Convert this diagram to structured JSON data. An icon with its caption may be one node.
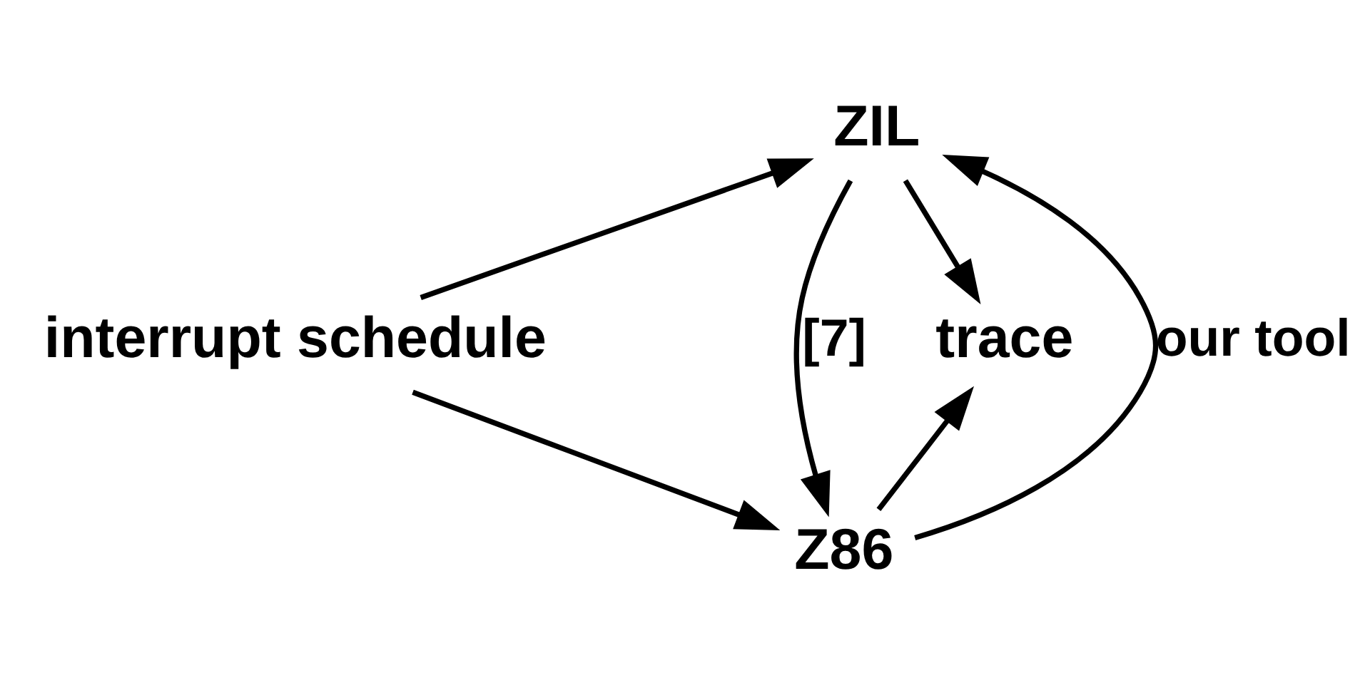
{
  "diagram": {
    "nodes": [
      {
        "text": [
          "interrupt schedule"
        ]
      },
      {
        "text": [
          "ZIL"
        ]
      },
      {
        "text": [
          "Z86"
        ]
      },
      {
        "text": [
          "trace"
        ]
      }
    ],
    "edges": [
      {
        "from": 0,
        "to": 1,
        "arrow": "to"
      },
      {
        "from": 0,
        "to": 2,
        "arrow": "to"
      },
      {
        "from": 1,
        "to": 2,
        "arrow": "to",
        "label": "[7]"
      },
      {
        "from": 2,
        "to": 1,
        "arrow": "to",
        "label": "our tool"
      },
      {
        "from": 1,
        "to": 3,
        "arrow": "to"
      },
      {
        "from": 2,
        "to": 3,
        "arrow": "to"
      }
    ]
  }
}
